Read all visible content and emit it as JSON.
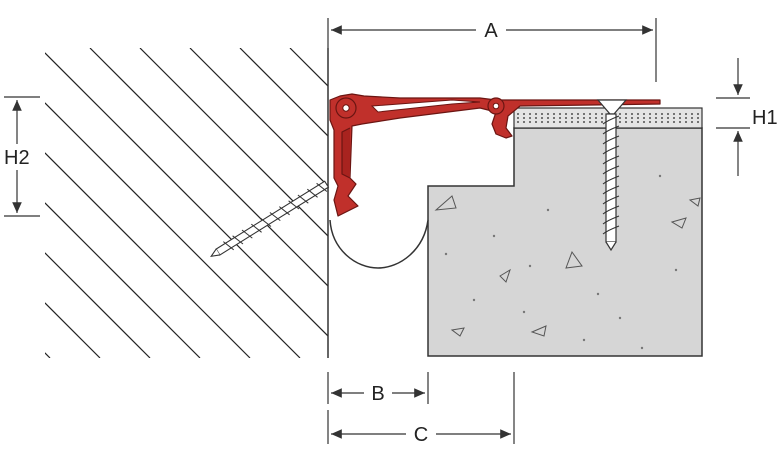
{
  "dimensions": {
    "a_label": "A",
    "b_label": "B",
    "c_label": "C",
    "h1_label": "H1",
    "h2_label": "H2"
  },
  "colors": {
    "profile": "#c0302b",
    "profile_outline": "#6b1512",
    "concrete": "#d6d6d6",
    "concrete_outline": "#333333",
    "hatch": "#222222",
    "insert": "#e4e4e4",
    "line": "#333333"
  }
}
